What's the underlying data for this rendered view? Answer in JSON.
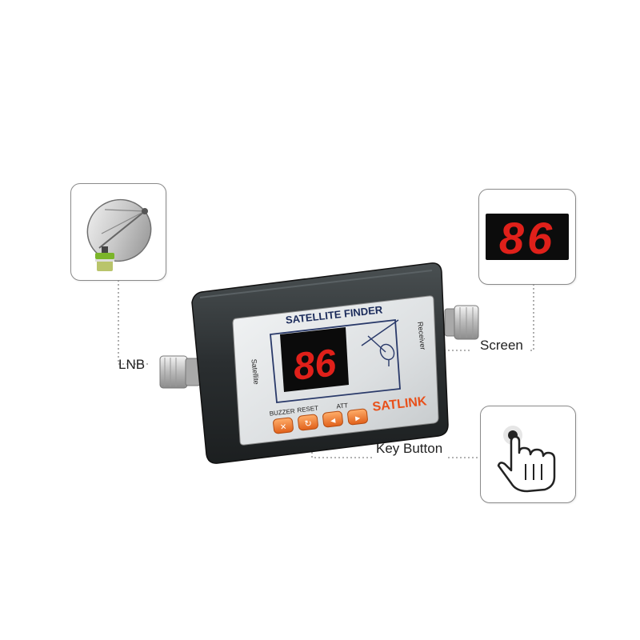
{
  "callouts": {
    "lnb": "LNB",
    "screen": "Screen",
    "key_button": "Key Button"
  },
  "device": {
    "title": "SATELLITE FINDER",
    "display_value": "86",
    "screen_preview_value": "86",
    "brand": "SATLINK",
    "port_left": "Satellite",
    "port_right": "Receiver",
    "buttons": [
      "BUZZER",
      "RESET",
      "ATT"
    ]
  },
  "colors": {
    "led_red": "#e0201a",
    "button_orange": "#f07a2a",
    "body_dark": "#2a2e30",
    "panel_silver": "#dfe2e4"
  },
  "icons": [
    "satellite-dish-icon",
    "hand-pointer-icon",
    "connector-icon"
  ]
}
